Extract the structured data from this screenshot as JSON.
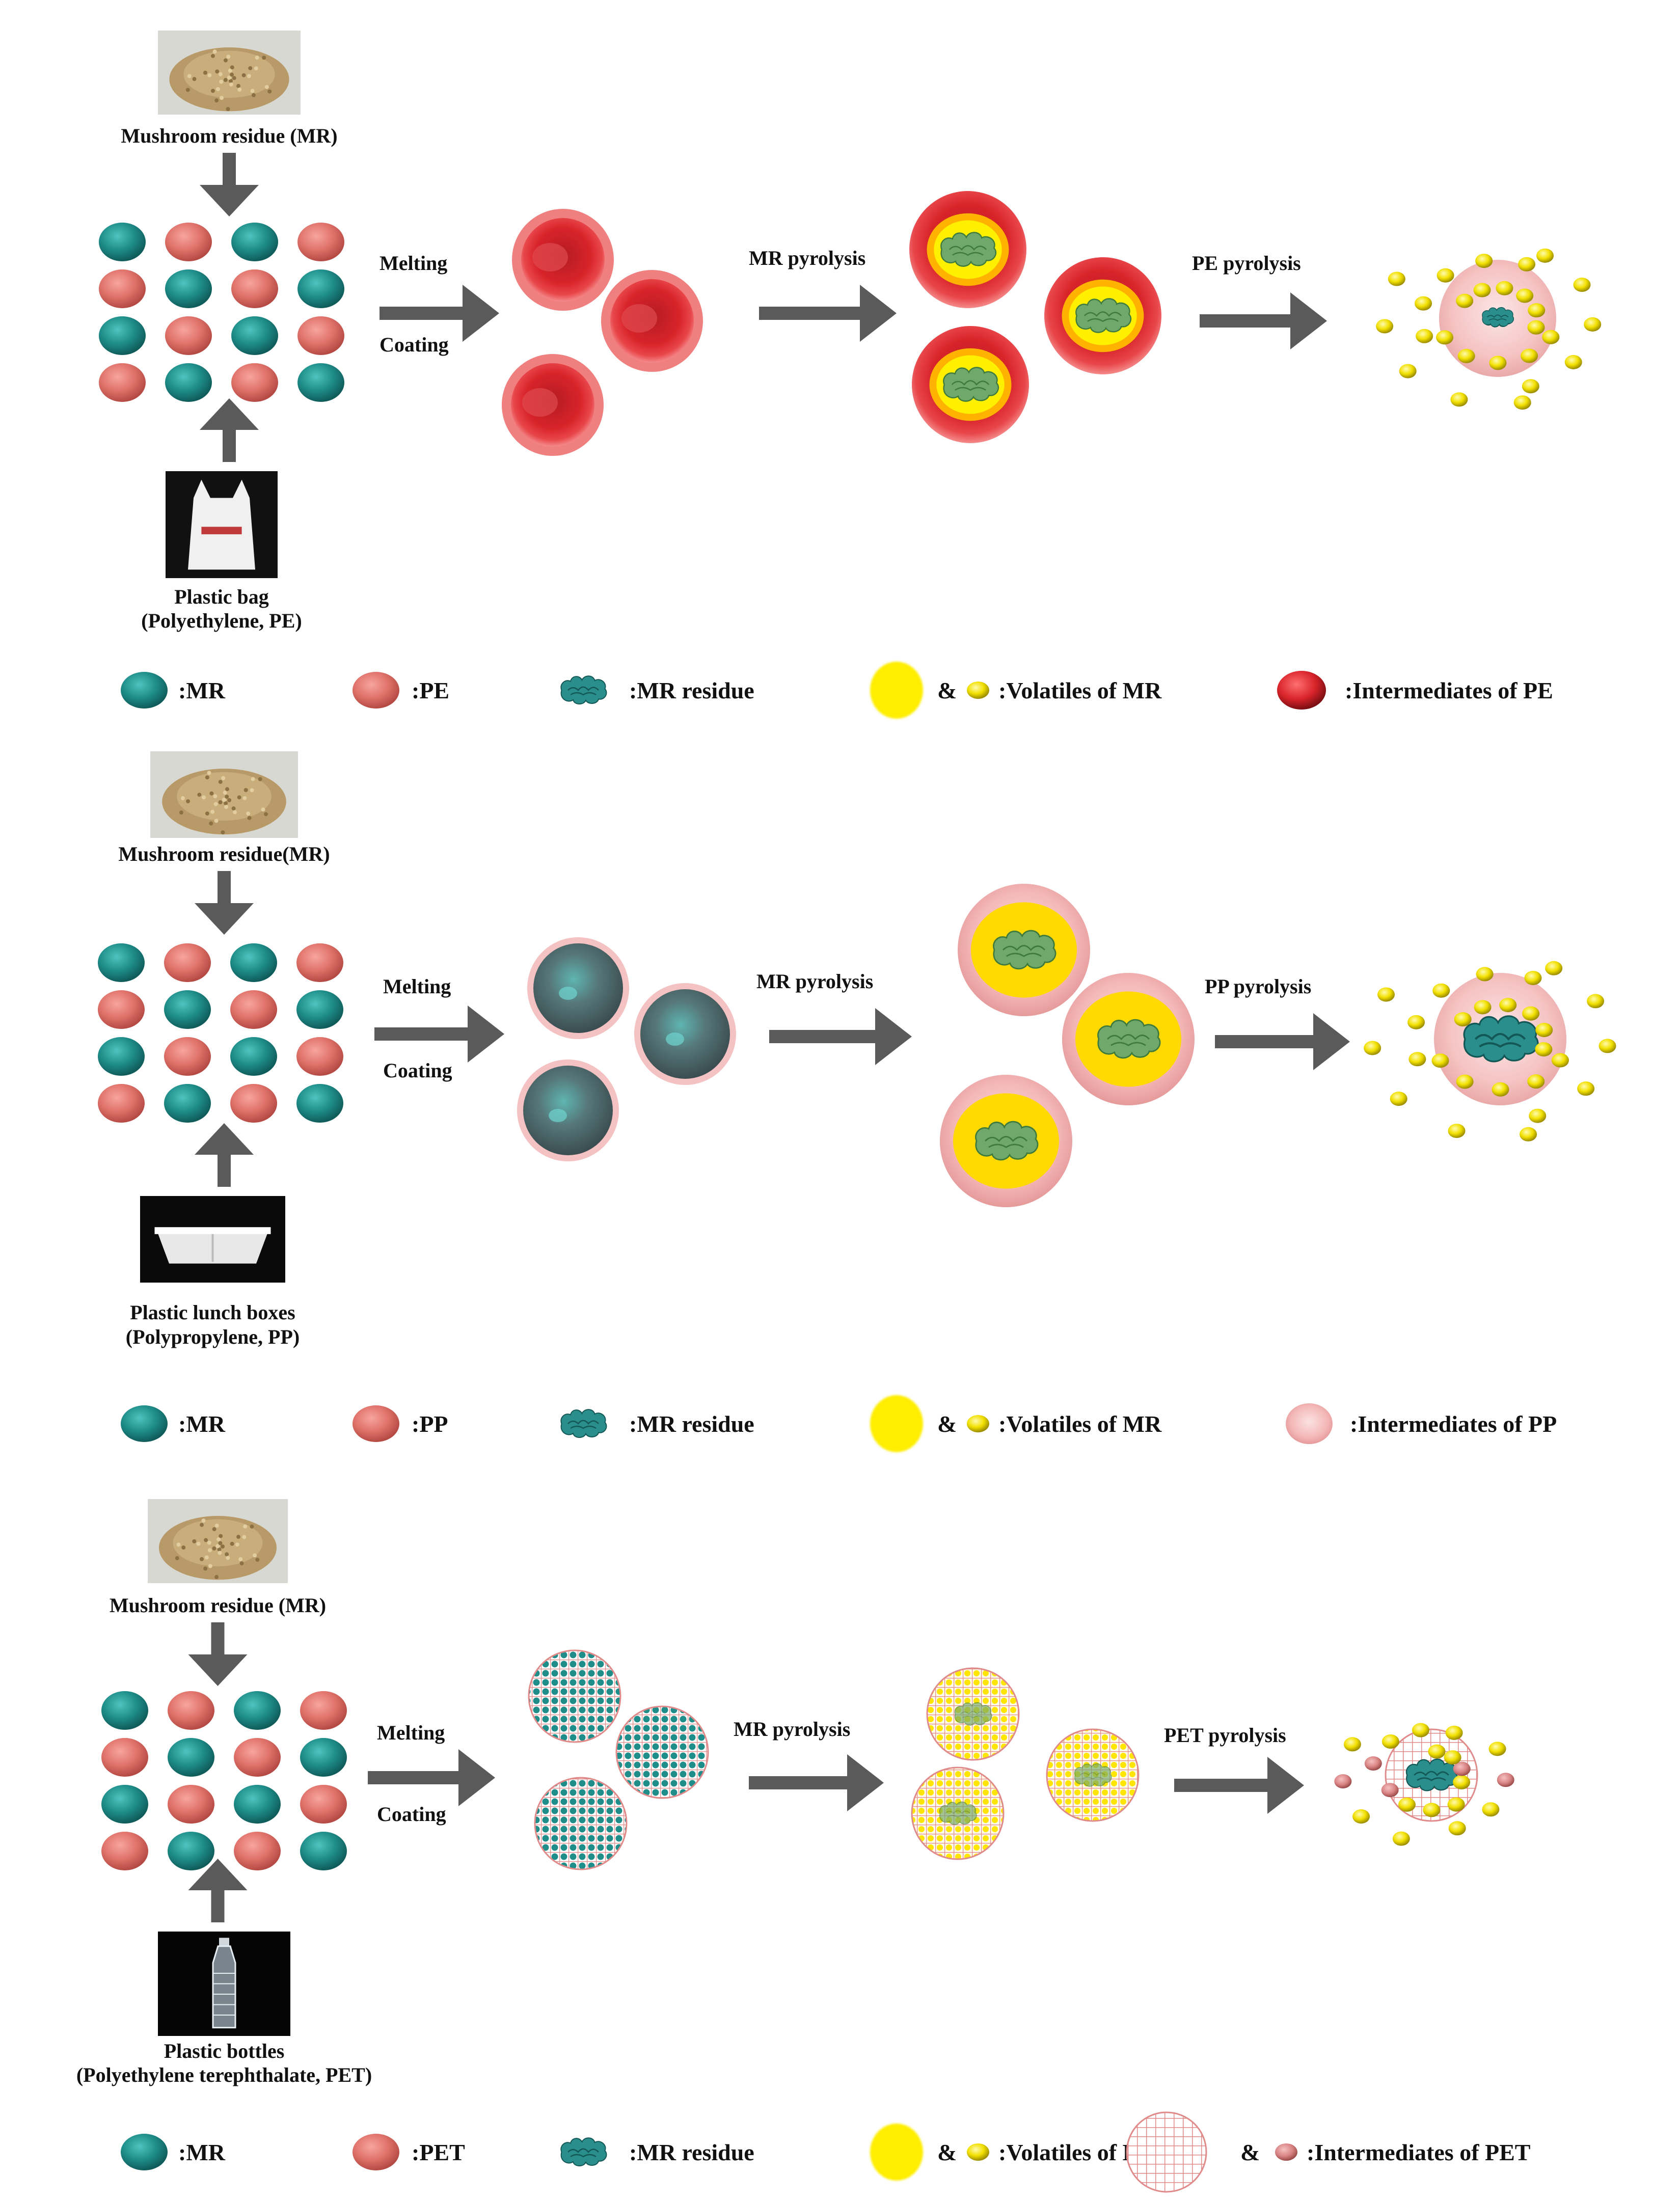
{
  "colors": {
    "mr": "#1f8e8a",
    "plastic": "#e0736b",
    "arrow": "#5a5a5a",
    "volatile": "#ffee00",
    "pe_intermediate": "#d8232a",
    "pp_intermediate": "#f4b8b8",
    "pet_intermediate": "#e08a8a",
    "mr_residue": "#6fa86a"
  },
  "panels": [
    {
      "id": "pe",
      "mr_photo_label": "Mushroom residue (MR)",
      "plastic_label_line1": "Plastic bag",
      "plastic_label_line2": "(Polyethylene, PE)",
      "plastic_photo_icon": "plastic-bag-photo",
      "step1_top": "Melting",
      "step1_bottom": "Coating",
      "step2": "MR pyrolysis",
      "step3": "PE pyrolysis",
      "legend": {
        "mr": ":MR",
        "plastic": ":PE",
        "residue": ":MR residue",
        "amp1": "&",
        "volatiles": ":Volatiles of MR",
        "amp2": "",
        "intermediates": ":Intermediates of PE"
      }
    },
    {
      "id": "pp",
      "mr_photo_label": "Mushroom residue(MR)",
      "plastic_label_line1": "Plastic lunch boxes",
      "plastic_label_line2": "(Polypropylene, PP)",
      "plastic_photo_icon": "lunch-box-photo",
      "step1_top": "Melting",
      "step1_bottom": "Coating",
      "step2": "MR pyrolysis",
      "step3": "PP pyrolysis",
      "legend": {
        "mr": ":MR",
        "plastic": ":PP",
        "residue": ":MR residue",
        "amp1": "&",
        "volatiles": ":Volatiles of MR",
        "amp2": "",
        "intermediates": ":Intermediates of PP"
      }
    },
    {
      "id": "pet",
      "mr_photo_label": "Mushroom residue (MR)",
      "plastic_label_line1": "Plastic bottles",
      "plastic_label_line2": "(Polyethylene terephthalate, PET)",
      "plastic_photo_icon": "bottle-photo",
      "step1_top": "Melting",
      "step1_bottom": "Coating",
      "step2": "MR pyrolysis",
      "step3": "PET pyrolysis",
      "legend": {
        "mr": ":MR",
        "plastic": ":PET",
        "residue": ":MR residue",
        "amp1": "&",
        "volatiles": ":Volatiles of MR",
        "amp2": "&",
        "intermediates": ":Intermediates of PET"
      }
    }
  ]
}
